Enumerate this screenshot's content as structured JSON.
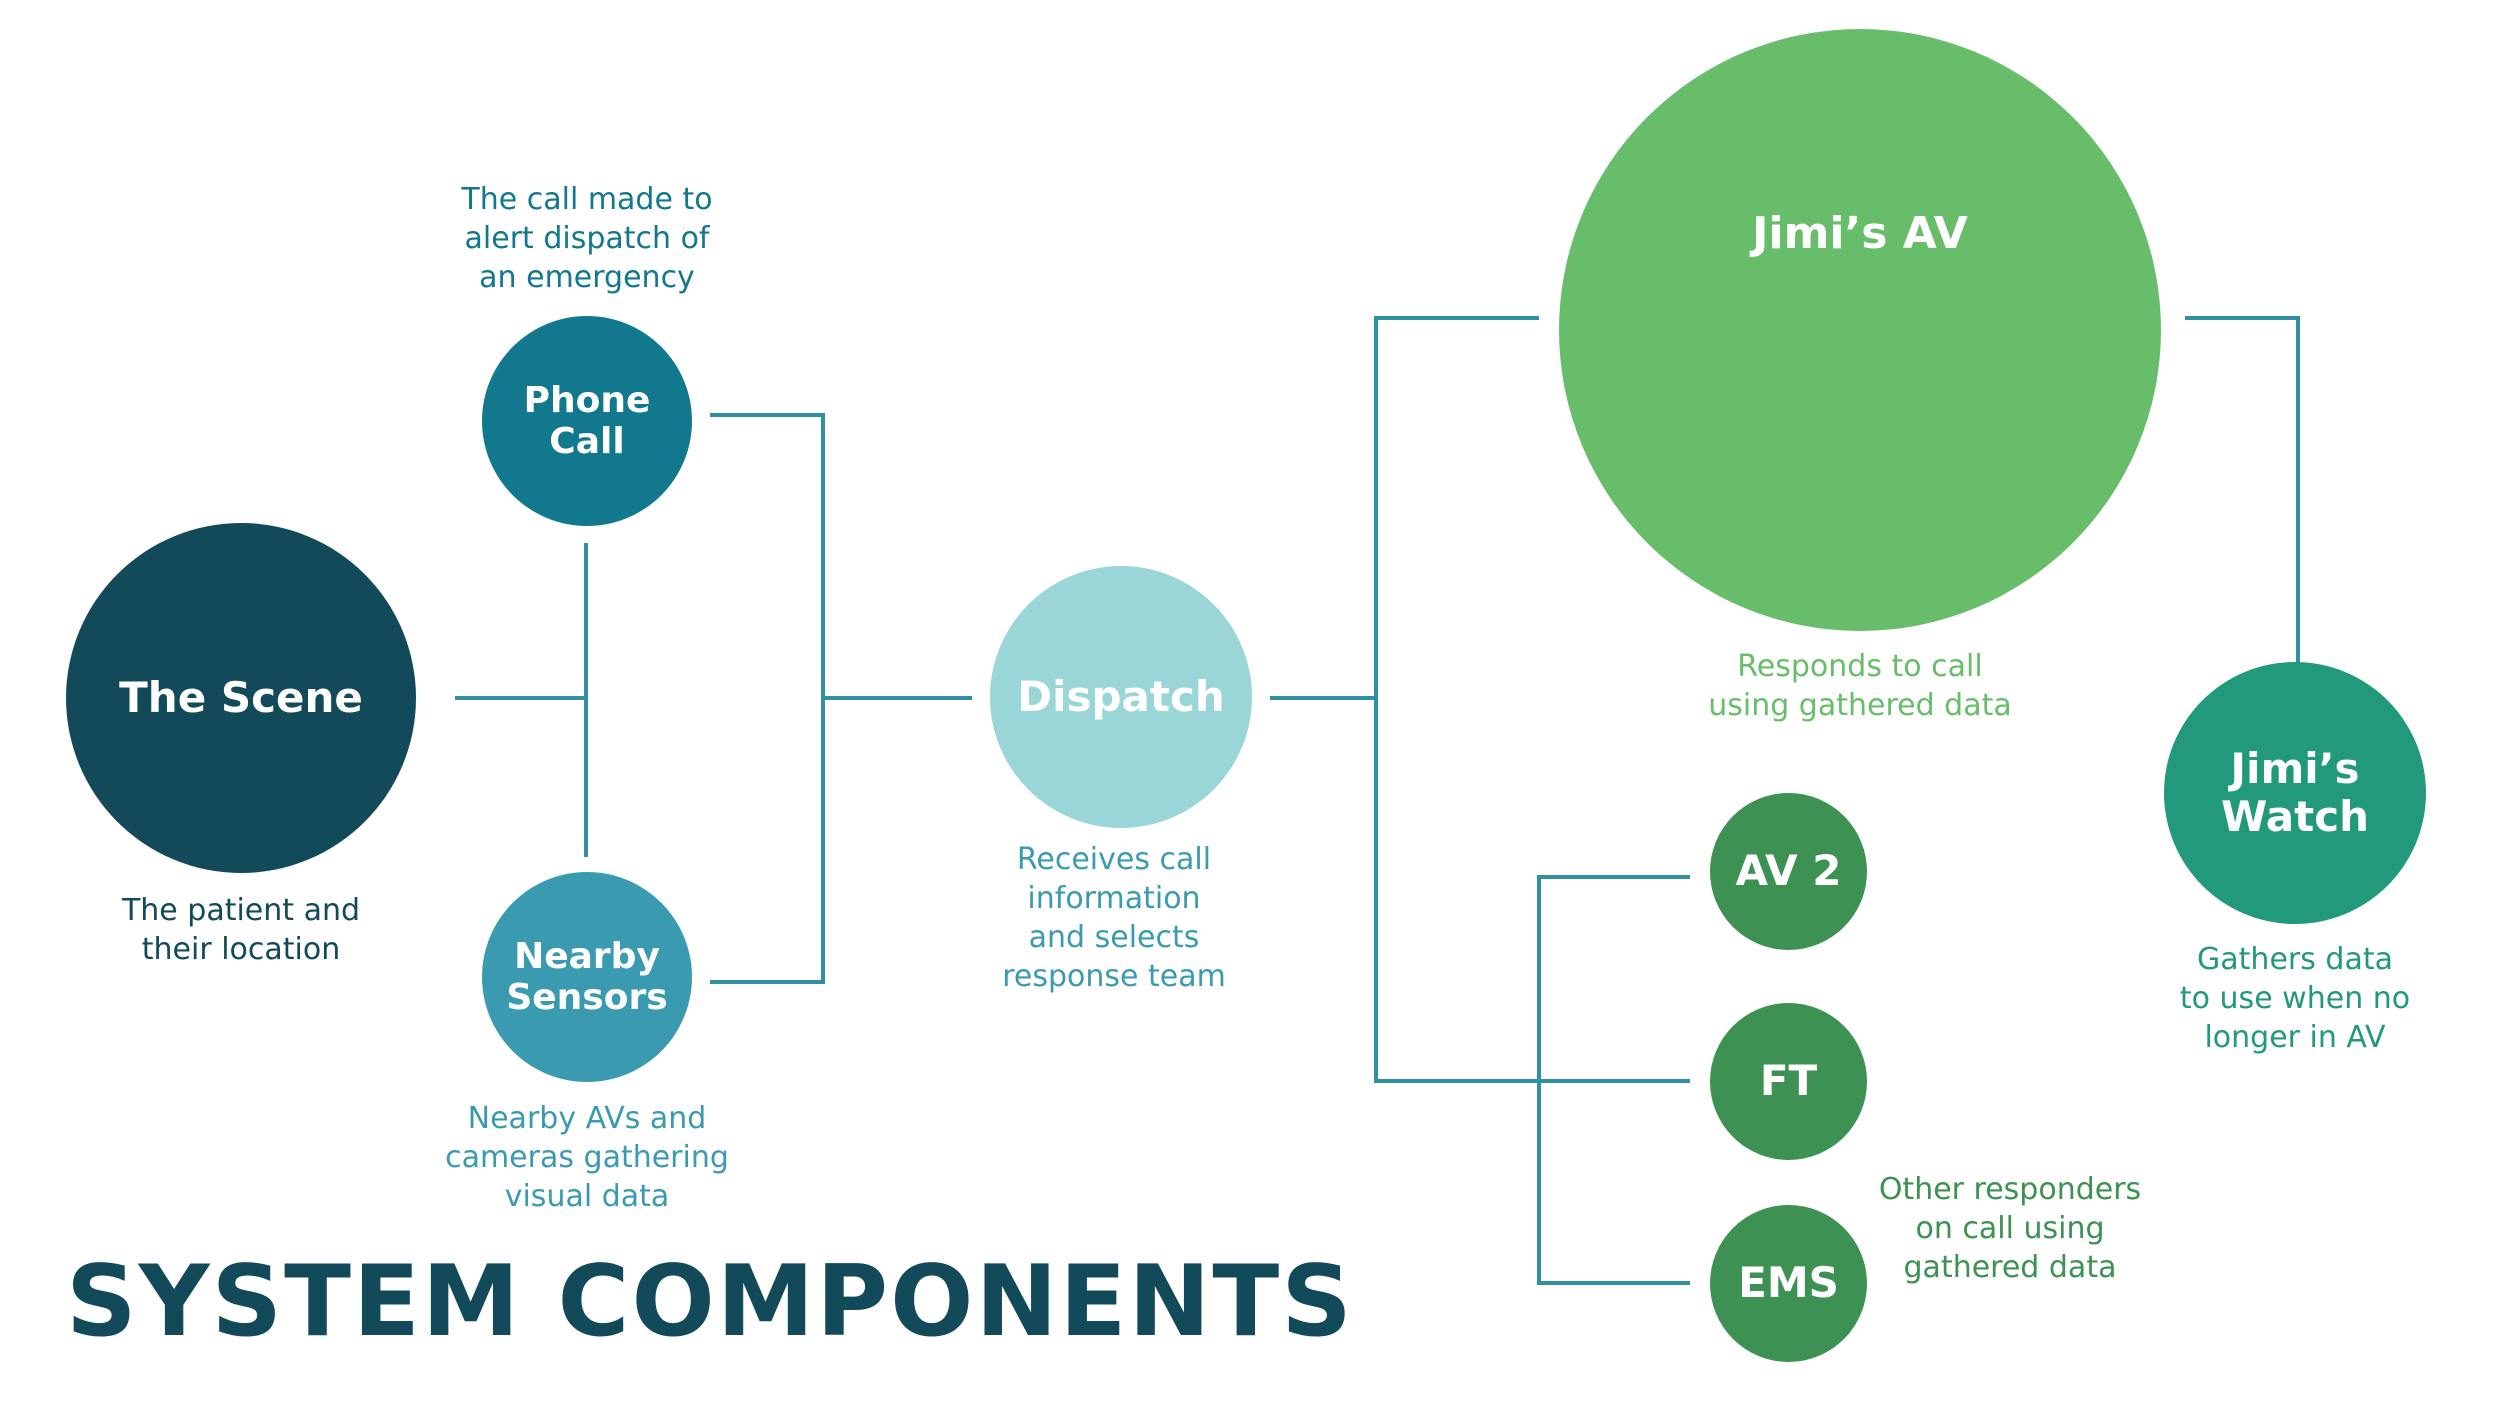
{
  "title": "SYSTEM COMPONENTS",
  "colors": {
    "line": "#2f8fa4",
    "scene": "#134a5a",
    "phone": "#12788d",
    "sensors": "#3a9bb0",
    "dispatch": "#9ad6d7",
    "jimis_av": "#68bd6a",
    "jimis_watch": "#23997b",
    "responders": "#3d9153"
  },
  "nodes": {
    "scene": {
      "label": "The Scene",
      "desc": "The patient and\ntheir location"
    },
    "phone": {
      "label": "Phone\nCall",
      "desc": "The call made to\nalert dispatch of\nan emergency"
    },
    "sensors": {
      "label": "Nearby\nSensors",
      "desc": "Nearby AVs and\ncameras gathering\nvisual data"
    },
    "dispatch": {
      "label": "Dispatch",
      "desc": "Receives call\ninformation\nand selects\nresponse team"
    },
    "jimis_av": {
      "label": "Jimi’s AV",
      "desc": "Responds to call\nusing gathered data"
    },
    "watch": {
      "label": "Jimi’s\nWatch",
      "desc": "Gathers data\nto use when no\nlonger in AV"
    },
    "av2": {
      "label": "AV 2"
    },
    "ft": {
      "label": "FT"
    },
    "ems": {
      "label": "EMS"
    }
  },
  "responders_desc": "Other responders\non call using\ngathered data"
}
